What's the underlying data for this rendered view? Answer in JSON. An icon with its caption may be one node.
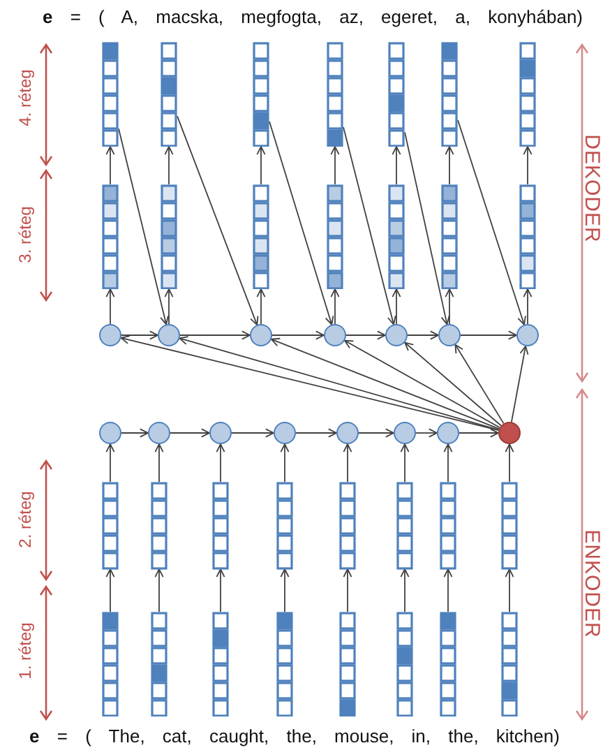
{
  "diagram": {
    "nodes": [
      {
        "text": [],
        "shape": "bar"
      },
      {
        "text": [],
        "shape": "bar"
      },
      {
        "text": [],
        "shape": "bar"
      },
      {
        "text": [],
        "shape": "bar"
      },
      {
        "text": [],
        "shape": "bar"
      },
      {
        "text": [],
        "shape": "bar"
      },
      {
        "text": [],
        "shape": "bar"
      },
      {
        "text": [],
        "shape": "bar"
      },
      {
        "text": [],
        "shape": "bar"
      },
      {
        "text": [],
        "shape": "bar"
      },
      {
        "text": [],
        "shape": "bar"
      },
      {
        "text": [],
        "shape": "bar"
      },
      {
        "text": [],
        "shape": "bar"
      },
      {
        "text": [],
        "shape": "bar"
      },
      {
        "text": [],
        "shape": "circle"
      },
      {
        "text": [],
        "shape": "circle"
      },
      {
        "text": [],
        "shape": "circle"
      },
      {
        "text": [],
        "shape": "circle"
      },
      {
        "text": [],
        "shape": "circle"
      },
      {
        "text": [],
        "shape": "circle"
      },
      {
        "text": [],
        "shape": "circle"
      },
      {
        "text": [],
        "shape": "circle"
      },
      {
        "text": [],
        "shape": "circle"
      },
      {
        "text": [],
        "shape": "circle"
      },
      {
        "text": [],
        "shape": "circle"
      },
      {
        "text": [],
        "shape": "circle"
      },
      {
        "text": [],
        "shape": "circle"
      },
      {
        "text": [],
        "shape": "circle"
      },
      {
        "text": [],
        "shape": "circle"
      },
      {
        "text": [],
        "shape": "bar"
      },
      {
        "text": [],
        "shape": "bar"
      },
      {
        "text": [],
        "shape": "bar"
      },
      {
        "text": [],
        "shape": "bar"
      },
      {
        "text": [],
        "shape": "bar"
      },
      {
        "text": [],
        "shape": "bar"
      },
      {
        "text": [],
        "shape": "bar"
      },
      {
        "text": [],
        "shape": "bar"
      },
      {
        "text": [],
        "shape": "bar"
      },
      {
        "text": [],
        "shape": "bar"
      },
      {
        "text": [],
        "shape": "bar"
      },
      {
        "text": [],
        "shape": "bar"
      },
      {
        "text": [],
        "shape": "bar"
      },
      {
        "text": [],
        "shape": "bar"
      },
      {
        "text": [],
        "shape": "bar"
      },
      {
        "text": [],
        "shape": "bar"
      }
    ],
    "edges": [
      {
        "from": 14,
        "to": 7,
        "arrow": "to"
      },
      {
        "from": 15,
        "to": 8,
        "arrow": "to"
      },
      {
        "from": 16,
        "to": 9,
        "arrow": "to"
      },
      {
        "from": 17,
        "to": 10,
        "arrow": "to"
      },
      {
        "from": 18,
        "to": 11,
        "arrow": "to"
      },
      {
        "from": 19,
        "to": 12,
        "arrow": "to"
      },
      {
        "from": 20,
        "to": 13,
        "arrow": "to"
      },
      {
        "from": 7,
        "to": 0,
        "arrow": "to"
      },
      {
        "from": 8,
        "to": 1,
        "arrow": "to"
      },
      {
        "from": 9,
        "to": 2,
        "arrow": "to"
      },
      {
        "from": 10,
        "to": 3,
        "arrow": "to"
      },
      {
        "from": 11,
        "to": 4,
        "arrow": "to"
      },
      {
        "from": 12,
        "to": 5,
        "arrow": "to"
      },
      {
        "from": 13,
        "to": 6,
        "arrow": "to"
      },
      {
        "from": 0,
        "to": 15,
        "arrow": "to"
      },
      {
        "from": 1,
        "to": 16,
        "arrow": "to"
      },
      {
        "from": 2,
        "to": 17,
        "arrow": "to"
      },
      {
        "from": 3,
        "to": 18,
        "arrow": "to"
      },
      {
        "from": 4,
        "to": 19,
        "arrow": "to"
      },
      {
        "from": 5,
        "to": 20,
        "arrow": "to"
      },
      {
        "from": 14,
        "to": 15,
        "arrow": "to"
      },
      {
        "from": 15,
        "to": 16,
        "arrow": "to"
      },
      {
        "from": 16,
        "to": 17,
        "arrow": "to"
      },
      {
        "from": 17,
        "to": 18,
        "arrow": "to"
      },
      {
        "from": 18,
        "to": 19,
        "arrow": "to"
      },
      {
        "from": 19,
        "to": 20,
        "arrow": "to"
      },
      {
        "from": 28,
        "to": 14,
        "arrow": "to"
      },
      {
        "from": 28,
        "to": 15,
        "arrow": "to"
      },
      {
        "from": 28,
        "to": 16,
        "arrow": "to"
      },
      {
        "from": 28,
        "to": 17,
        "arrow": "to"
      },
      {
        "from": 28,
        "to": 18,
        "arrow": "to"
      },
      {
        "from": 28,
        "to": 19,
        "arrow": "to"
      },
      {
        "from": 28,
        "to": 20,
        "arrow": "to"
      },
      {
        "from": 21,
        "to": 22,
        "arrow": "to"
      },
      {
        "from": 22,
        "to": 23,
        "arrow": "to"
      },
      {
        "from": 23,
        "to": 24,
        "arrow": "to"
      },
      {
        "from": 24,
        "to": 25,
        "arrow": "to"
      },
      {
        "from": 25,
        "to": 26,
        "arrow": "to"
      },
      {
        "from": 26,
        "to": 27,
        "arrow": "to"
      },
      {
        "from": 27,
        "to": 28,
        "arrow": "to"
      },
      {
        "from": 29,
        "to": 21,
        "arrow": "to"
      },
      {
        "from": 30,
        "to": 22,
        "arrow": "to"
      },
      {
        "from": 31,
        "to": 23,
        "arrow": "to"
      },
      {
        "from": 32,
        "to": 24,
        "arrow": "to"
      },
      {
        "from": 33,
        "to": 25,
        "arrow": "to"
      },
      {
        "from": 34,
        "to": 26,
        "arrow": "to"
      },
      {
        "from": 35,
        "to": 27,
        "arrow": "to"
      },
      {
        "from": 36,
        "to": 28,
        "arrow": "to"
      },
      {
        "from": 37,
        "to": 29,
        "arrow": "to"
      },
      {
        "from": 38,
        "to": 30,
        "arrow": "to"
      },
      {
        "from": 39,
        "to": 31,
        "arrow": "to"
      },
      {
        "from": 40,
        "to": 32,
        "arrow": "to"
      },
      {
        "from": 41,
        "to": 33,
        "arrow": "to"
      },
      {
        "from": 42,
        "to": 34,
        "arrow": "to"
      },
      {
        "from": 43,
        "to": 35,
        "arrow": "to"
      },
      {
        "from": 44,
        "to": 36,
        "arrow": "to"
      }
    ],
    "labels": [
      "**e** = ( A, macska, megfogta, az, egeret, a, konyhában)",
      "4. réteg",
      "DEKODER",
      "3. réteg",
      "2. réteg",
      "ENKODER",
      "1. réteg",
      "**e** = ( The, cat, caught, the, mouse, in, the, kitchen)"
    ]
  }
}
